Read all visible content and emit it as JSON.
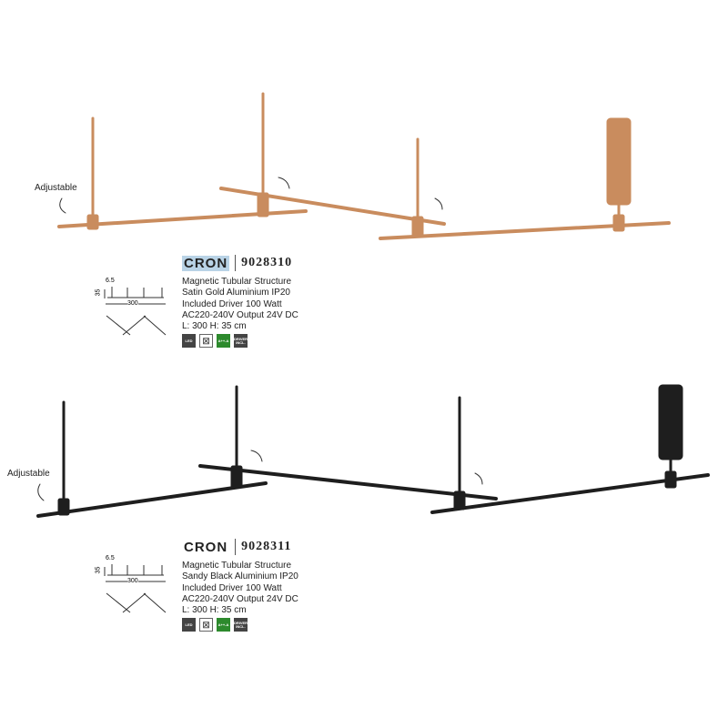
{
  "products": [
    {
      "name": "CRON",
      "code": "9028310",
      "finish_color": "#c98c5e",
      "adjustable_label": "Adjustable",
      "specs": [
        "Magnetic Tubular Structure",
        "Satin Gold Aluminium IP20",
        "Included Driver 100 Watt",
        "AC220-240V Output 24V DC",
        "L: 300 H: 35 cm"
      ],
      "dims": {
        "width": "300",
        "height": "35",
        "diameter": "6.5"
      },
      "badges": [
        "LED",
        "bin-icon",
        "A++-A",
        "DRIVER INCL."
      ]
    },
    {
      "name": "CRON",
      "code": "9028311",
      "finish_color": "#1e1e1e",
      "adjustable_label": "Adjustable",
      "specs": [
        "Magnetic Tubular Structure",
        "Sandy Black Aluminium IP20",
        "Included Driver 100 Watt",
        "AC220-240V Output 24V DC",
        "L: 300 H: 35 cm"
      ],
      "dims": {
        "width": "300",
        "height": "35",
        "diameter": "6.5"
      },
      "badges": [
        "LED",
        "bin-icon",
        "A++-A",
        "DRIVER INCL."
      ]
    }
  ]
}
